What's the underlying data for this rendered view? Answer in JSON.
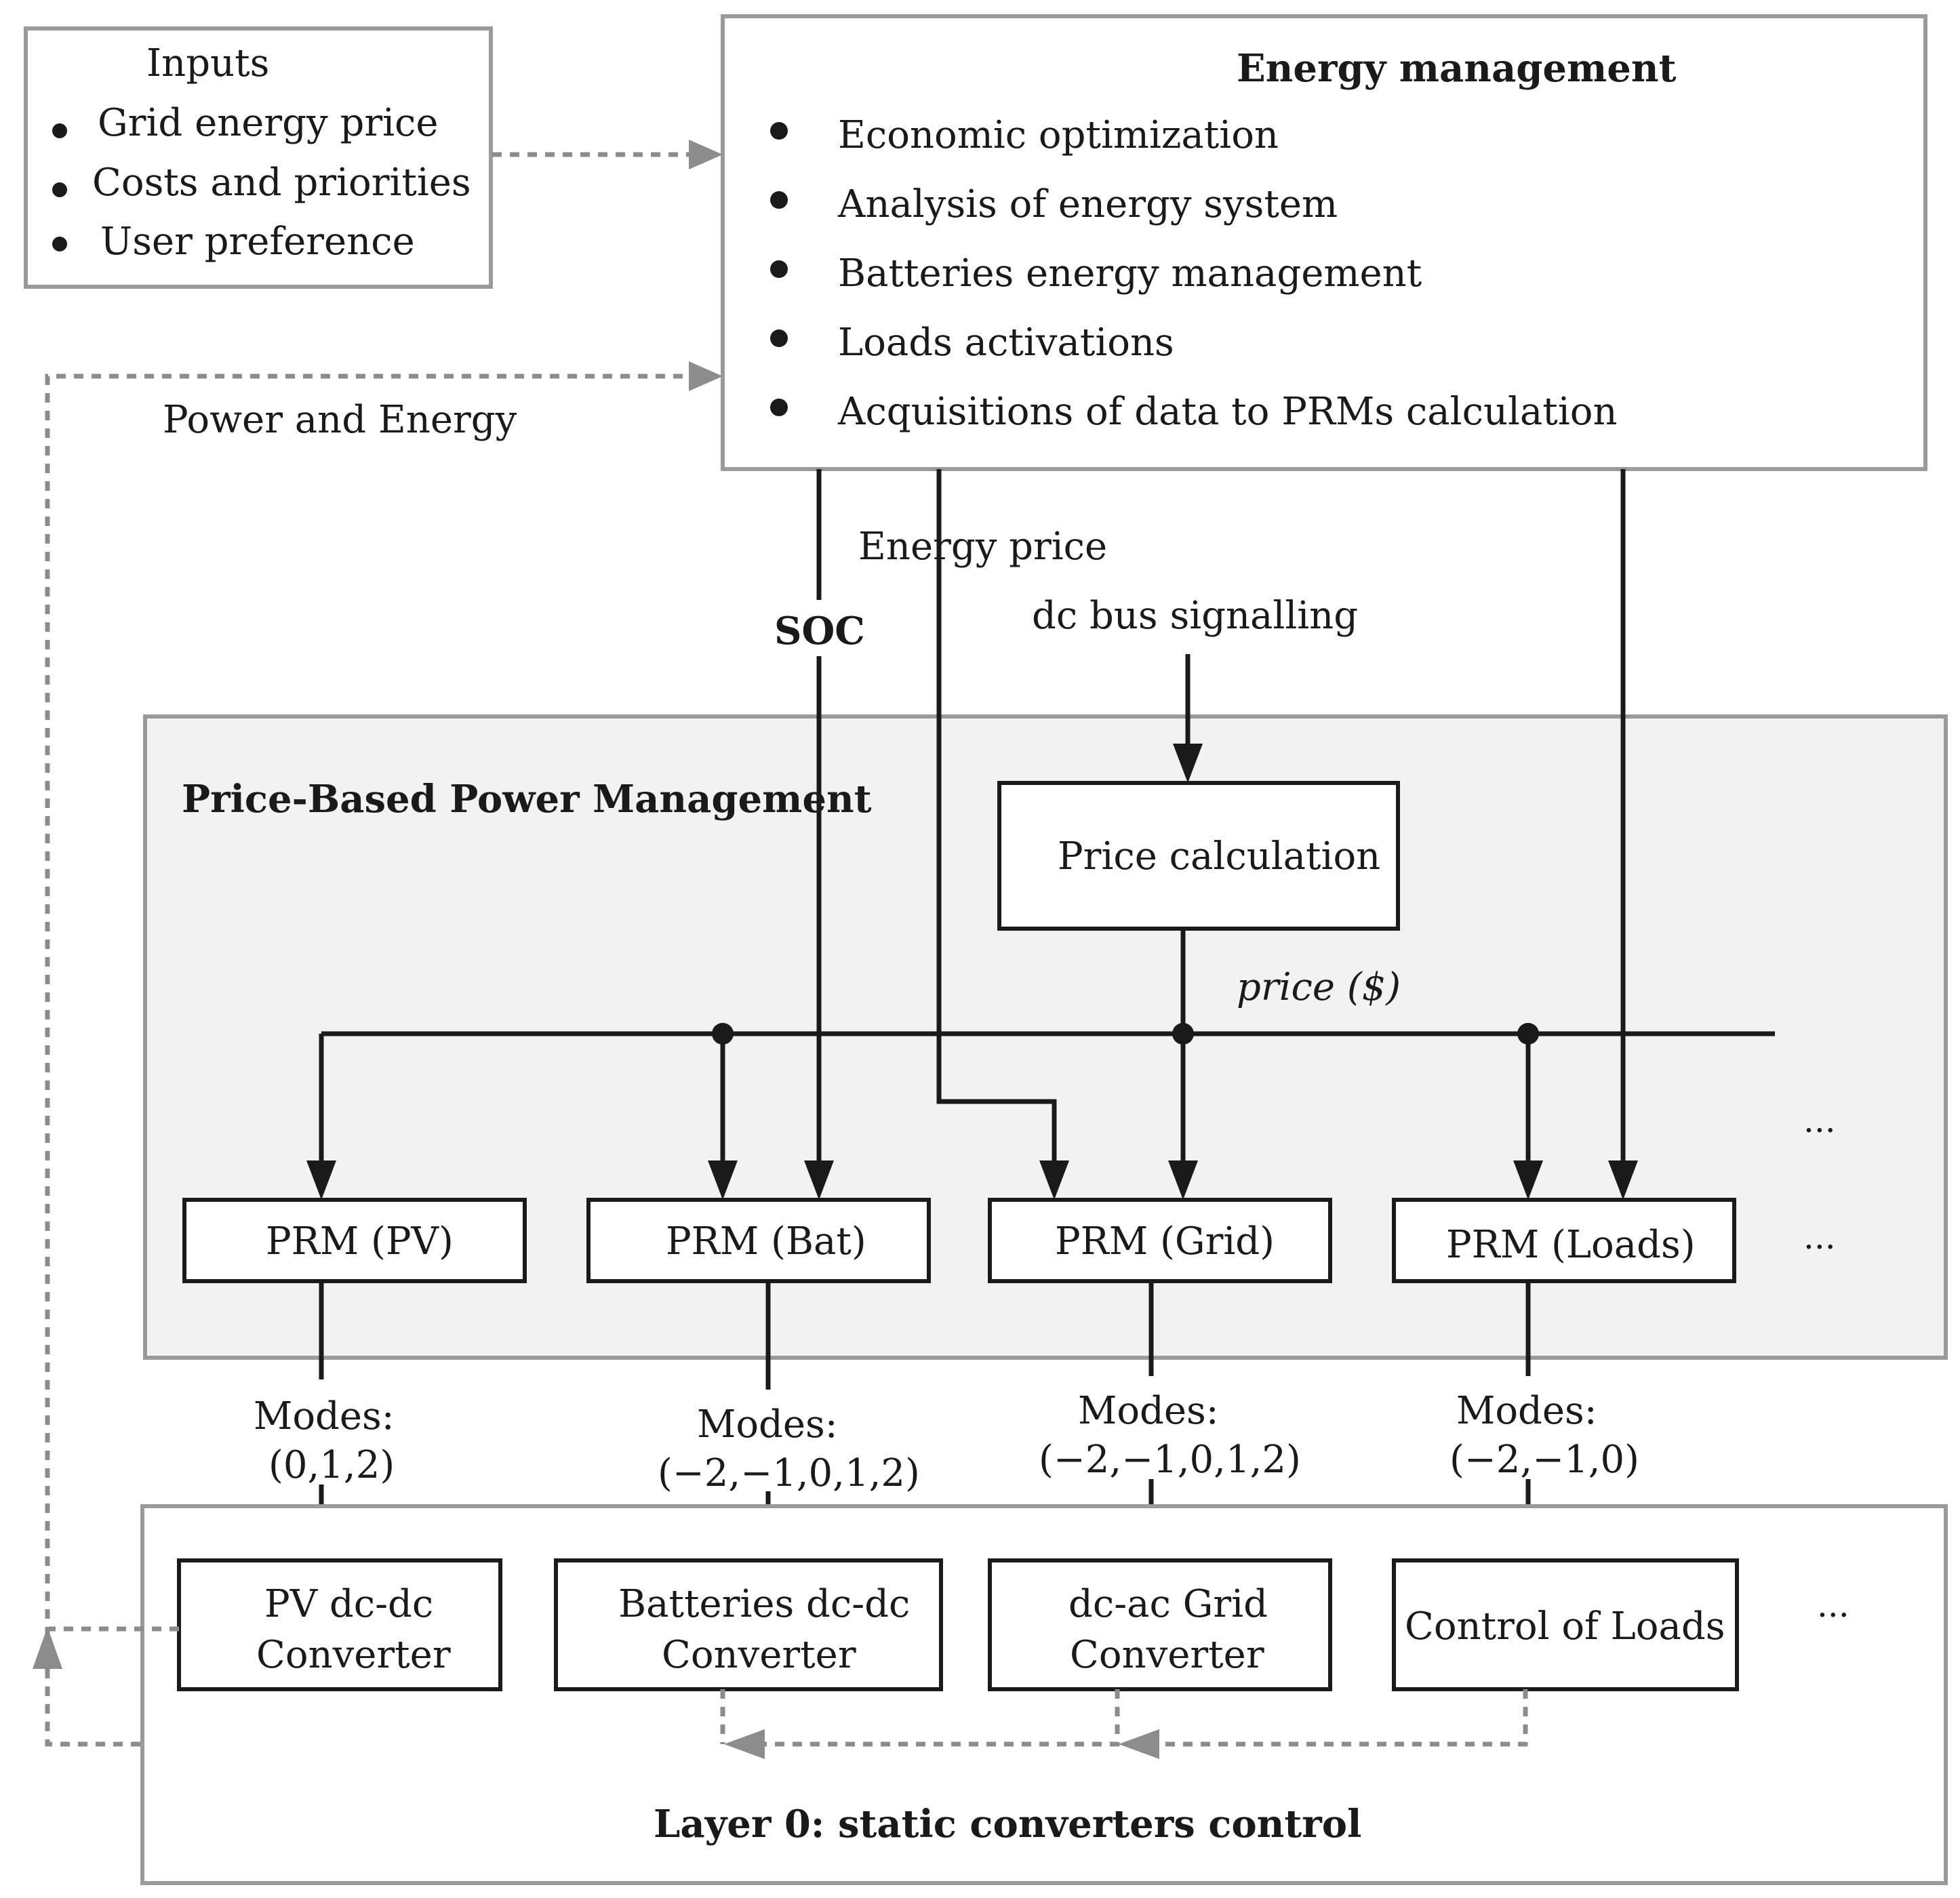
{
  "inputs": {
    "title": "Inputs",
    "items": [
      "Grid energy price",
      "Costs  and priorities",
      "User preference"
    ]
  },
  "energy_management": {
    "title": "Energy management",
    "items": [
      "Economic optimization",
      "Analysis of energy system",
      "Batteries energy management",
      "Loads activations",
      "Acquisitions  of data to PRMs calculation"
    ]
  },
  "signals": {
    "power_and_energy": "Power and Energy",
    "energy_price": "Energy price",
    "soc": "SOC",
    "dc_bus_signalling": "dc bus signalling",
    "price": "price ($)"
  },
  "pbpm": {
    "title": "Price-Based Power Management",
    "price_calculation": "Price calculation",
    "prms": [
      "PRM (PV)",
      "PRM (Bat)",
      "PRM (Grid)",
      "PRM (Loads)"
    ],
    "ellipsis": "..."
  },
  "modes": [
    {
      "label": "Modes:",
      "values": "(0,1,2)"
    },
    {
      "label": "Modes:",
      "values": "(−2,−1,0,1,2)"
    },
    {
      "label": "Modes:",
      "values": "(−2,−1,0,1,2)"
    },
    {
      "label": "Modes:",
      "values": "(−2,−1,0)"
    }
  ],
  "layer0": {
    "title": "Layer  0: static converters control",
    "converters": [
      {
        "line1": "PV dc-dc",
        "line2": "Converter"
      },
      {
        "line1": "Batteries dc-dc",
        "line2": "Converter"
      },
      {
        "line1": "dc-ac Grid",
        "line2": "Converter"
      },
      {
        "line1": "Control  of  Loads",
        "line2": ""
      }
    ],
    "ellipsis": "..."
  }
}
